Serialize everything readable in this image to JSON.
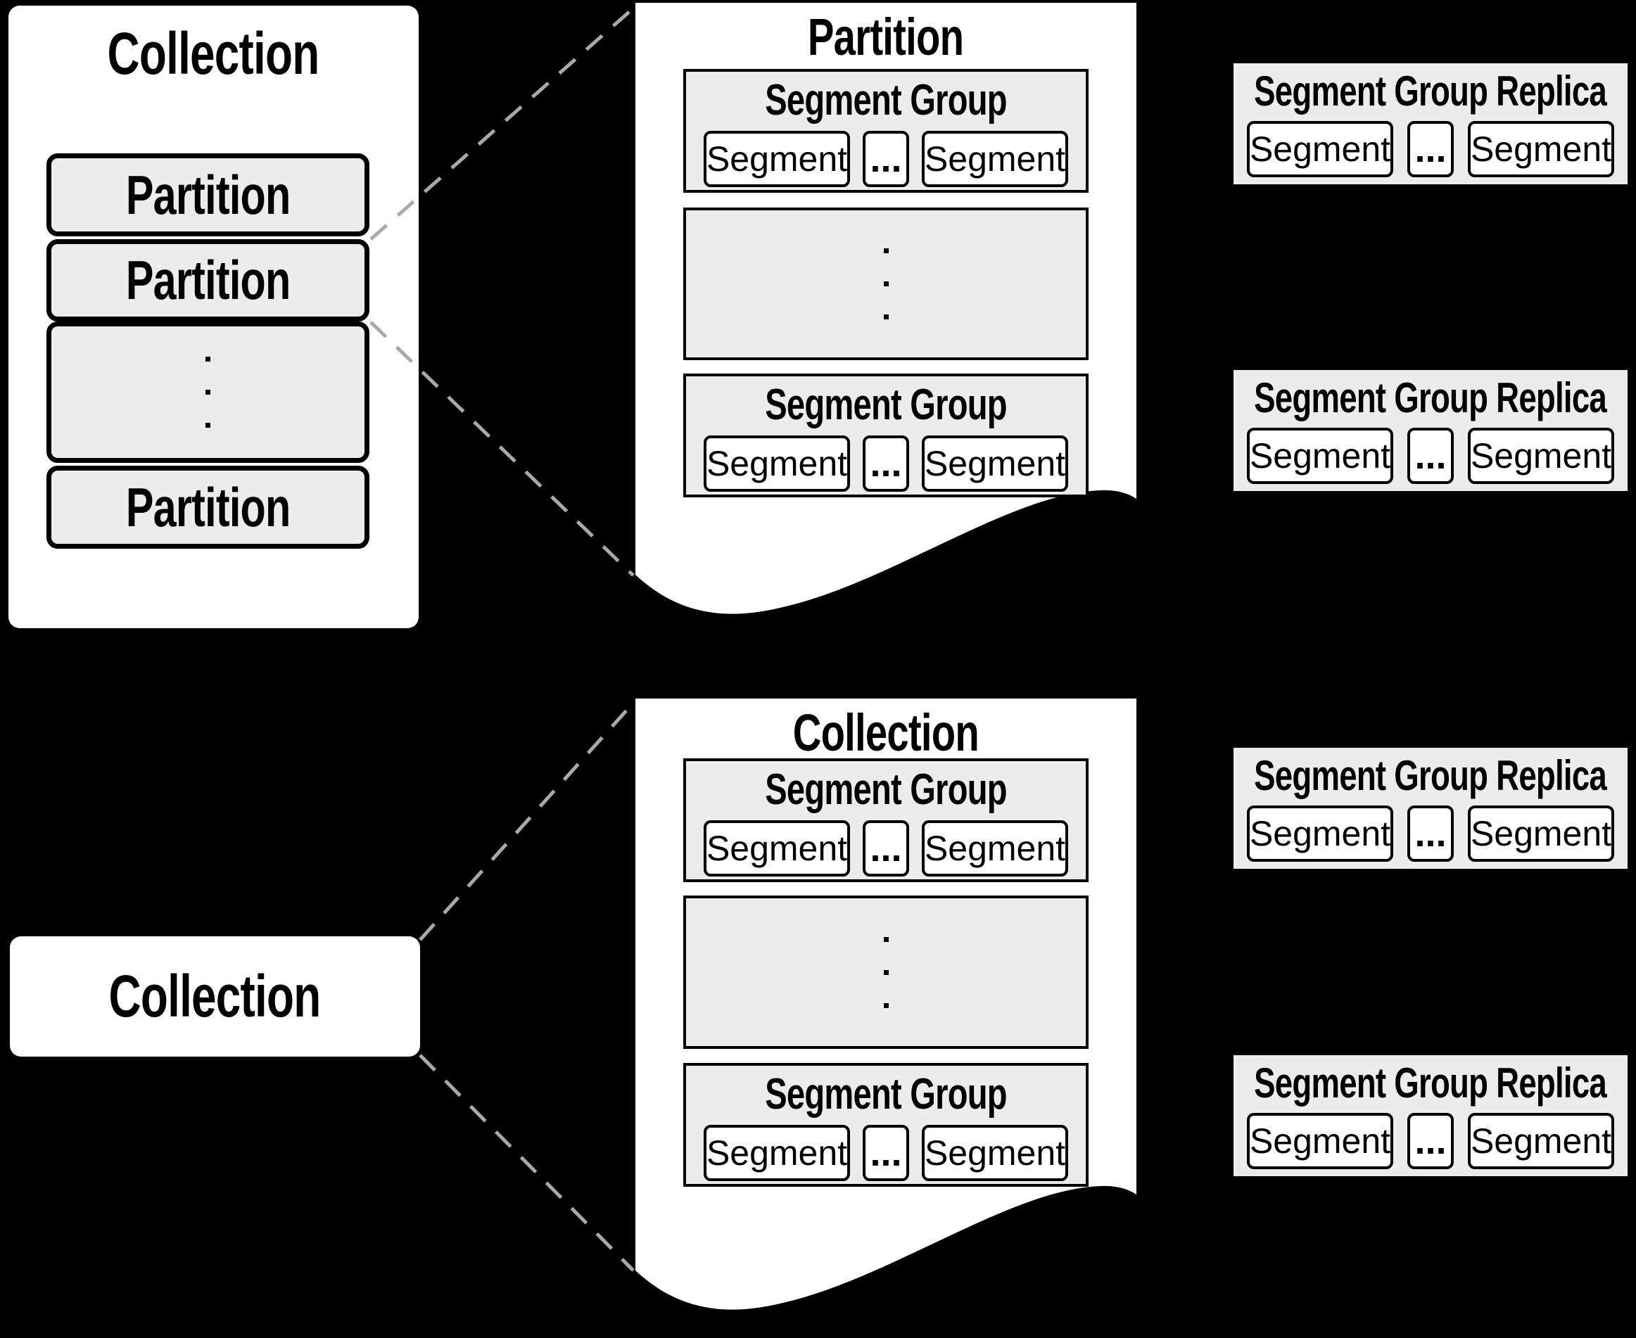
{
  "colors": {
    "background": "#000000",
    "panel_fill": "#ffffff",
    "box_fill": "#ececec",
    "border": "#000000",
    "connector_dash": "#a9a9a9"
  },
  "overview_collection": {
    "title": "Collection",
    "partitions": [
      {
        "label": "Partition"
      },
      {
        "label": "Partition"
      },
      {
        "ellipsis_vertical": true
      },
      {
        "label": "Partition"
      }
    ]
  },
  "partition_detail_panel": {
    "title": "Partition",
    "segment_groups": [
      {
        "header": "Segment Group",
        "segments": [
          "Segment",
          "Segment"
        ],
        "ellipsis": "..."
      },
      {
        "header": "Segment Group",
        "segments": [
          "Segment",
          "Segment"
        ],
        "ellipsis": "..."
      }
    ]
  },
  "collection_label_box": {
    "title": "Collection"
  },
  "collection_detail_panel": {
    "title": "Collection",
    "segment_groups": [
      {
        "header": "Segment Group",
        "segments": [
          "Segment",
          "Segment"
        ],
        "ellipsis": "..."
      },
      {
        "header": "Segment Group",
        "segments": [
          "Segment",
          "Segment"
        ],
        "ellipsis": "..."
      }
    ]
  },
  "segment_group_replicas": [
    {
      "header": "Segment Group Replica",
      "segments": [
        "Segment",
        "Segment"
      ],
      "ellipsis": "..."
    },
    {
      "header": "Segment Group Replica",
      "segments": [
        "Segment",
        "Segment"
      ],
      "ellipsis": "..."
    },
    {
      "header": "Segment Group Replica",
      "segments": [
        "Segment",
        "Segment"
      ],
      "ellipsis": "..."
    },
    {
      "header": "Segment Group Replica",
      "segments": [
        "Segment",
        "Segment"
      ],
      "ellipsis": "..."
    }
  ]
}
